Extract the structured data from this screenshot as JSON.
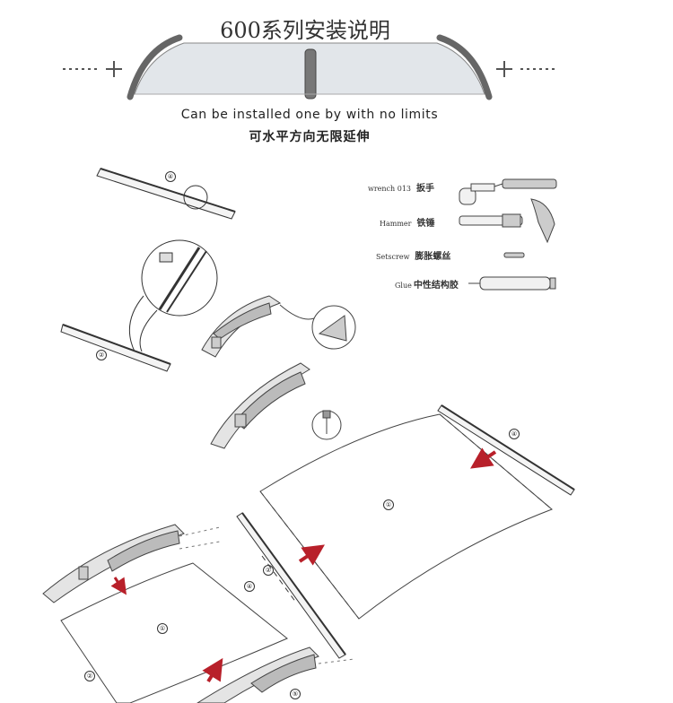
{
  "header": {
    "title": "600系列安装说明",
    "caption_en": "Can be installed one by with no limits",
    "caption_cn": "可水平方向无限延伸"
  },
  "tools": [
    {
      "icon": "wrench-icon",
      "name_en": "wrench 013",
      "name_cn": "扳手"
    },
    {
      "icon": "hammer-icon",
      "name_en": "Hammer",
      "name_cn": "铁锤"
    },
    {
      "icon": "screw-icon",
      "name_en": "Setscrew",
      "name_cn": "膨胀螺丝"
    },
    {
      "icon": "glue-icon",
      "name_en": "Glue",
      "name_cn": "中性结构胶"
    }
  ],
  "part_numbers": {
    "rail_top": "④",
    "rail_left": "②",
    "panel_main": "①",
    "rail_right": "④",
    "small_2": "②",
    "small_4": "④",
    "panel_bottom": "①",
    "bottom_2": "②",
    "bottom_5": "⑤"
  },
  "colors": {
    "line": "#333333",
    "bracket": "#555555",
    "arrow": "#b8202a",
    "panel_fill": "#d9dde2"
  }
}
